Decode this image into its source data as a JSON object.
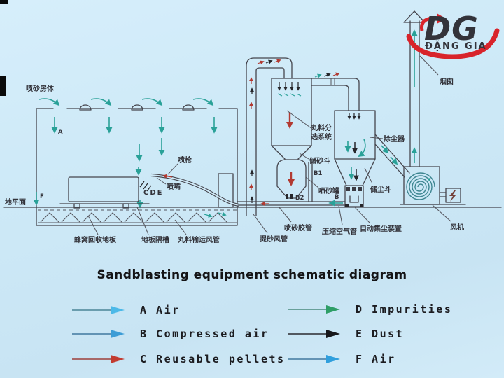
{
  "title": "Sandblasting equipment schematic diagram",
  "logo": {
    "monogram": "DG",
    "company": "ĐẶNG GIA",
    "color": "#d8242b"
  },
  "diagram": {
    "labels": {
      "blast_room": "喷砂房体",
      "ground_plane": "地平面",
      "flow_a": "A",
      "flow_f": "F",
      "flow_b": "B",
      "flow_b1": "B1",
      "flow_b2": "B2",
      "cde": "CDE",
      "spray_gun": "喷枪",
      "nozzle": "喷嘴",
      "honeycomb_floor": "蜂窝回收地板",
      "floor_trough": "地板隔槽",
      "pellet_transport_duct": "丸料输运风管",
      "sand_lifting_duct": "提砂风管",
      "blast_hose": "喷砂胶管",
      "compressed_air_pipe": "压缩空气管",
      "auto_dust_collector": "自动集尘装置",
      "fan": "风机",
      "separator_line1": "丸料分",
      "separator_line2": "选系统",
      "sand_hopper": "储砂斗",
      "blast_pot": "喷砂罐",
      "dust_hopper": "储尘斗",
      "dust_collector": "除尘器",
      "chimney": "烟囱"
    },
    "colors": {
      "line": "#45454d",
      "teal": "#2aa198",
      "red": "#b23a32",
      "dark": "#26262b"
    }
  },
  "legend": {
    "items": [
      {
        "id": "A",
        "label": "A Air",
        "line_color": "#4a8596",
        "head_color": "#4cb9e8"
      },
      {
        "id": "B",
        "label": "B Compressed air",
        "line_color": "#41789f",
        "head_color": "#3b9cd6"
      },
      {
        "id": "C",
        "label": "C Reusable pellets",
        "line_color": "#9c3f3a",
        "head_color": "#c23b30"
      },
      {
        "id": "D",
        "label": "D Impurities",
        "line_color": "#49897c",
        "head_color": "#2e9e66"
      },
      {
        "id": "E",
        "label": "E Dust",
        "line_color": "#2a2a2e",
        "head_color": "#17171a"
      },
      {
        "id": "F",
        "label": "F Air",
        "line_color": "#41789f",
        "head_color": "#2f9fdd"
      }
    ]
  }
}
